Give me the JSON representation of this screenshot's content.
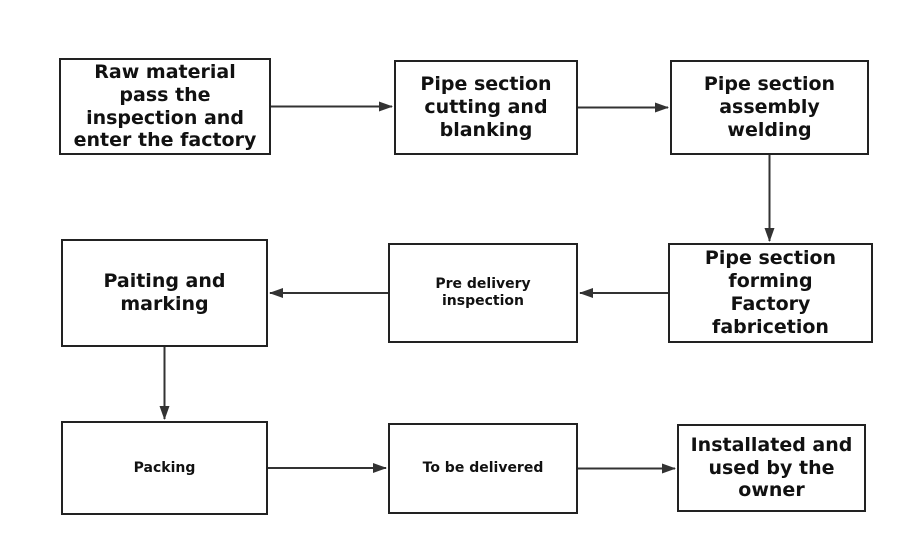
{
  "diagram": {
    "line_color": "#333333",
    "nodes": [
      {
        "id": "raw-material",
        "label": "Raw material\npass the\ninspection and\nenter the factory"
      },
      {
        "id": "cutting",
        "label": "Pipe section\ncutting and\nblanking"
      },
      {
        "id": "assembly",
        "label": "Pipe section\nassembly\nwelding"
      },
      {
        "id": "forming",
        "label": "Pipe section\nforming\nFactory\nfabricetion"
      },
      {
        "id": "inspection",
        "label": "Pre delivery\ninspection"
      },
      {
        "id": "painting",
        "label": "Paiting and\nmarking"
      },
      {
        "id": "packing",
        "label": "Packing"
      },
      {
        "id": "delivered",
        "label": "To be delivered"
      },
      {
        "id": "installed",
        "label": "Installated and\nused by the\nowner"
      }
    ],
    "edges": [
      {
        "from": "raw-material",
        "to": "cutting"
      },
      {
        "from": "cutting",
        "to": "assembly"
      },
      {
        "from": "assembly",
        "to": "forming"
      },
      {
        "from": "forming",
        "to": "inspection"
      },
      {
        "from": "inspection",
        "to": "painting"
      },
      {
        "from": "painting",
        "to": "packing"
      },
      {
        "from": "packing",
        "to": "delivered"
      },
      {
        "from": "delivered",
        "to": "installed"
      }
    ]
  }
}
